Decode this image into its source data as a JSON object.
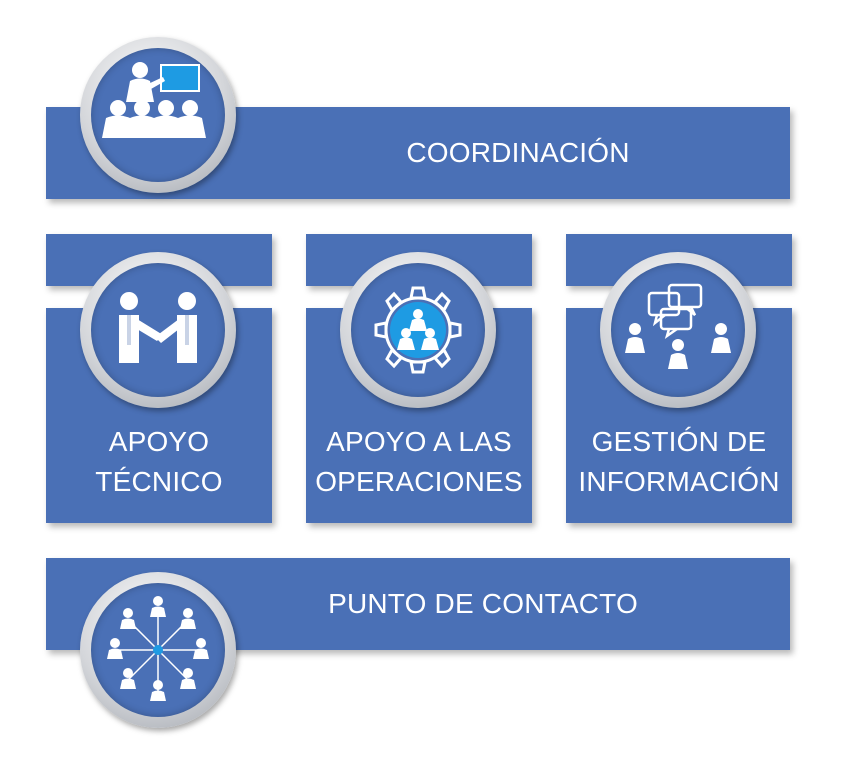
{
  "colors": {
    "panel": "#4a70b6",
    "icon": "#ffffff",
    "ring": "#d4d6da"
  },
  "coordination": {
    "label": "COORDINACIÓN",
    "icon": "team-meeting-icon"
  },
  "technical_support": {
    "line1": "APOYO",
    "line2": "TÉCNICO",
    "icon": "handshake-icon"
  },
  "operations_support": {
    "line1": "APOYO A LAS",
    "line2": "OPERACIONES",
    "icon": "gear-team-icon"
  },
  "information_management": {
    "line1": "GESTIÓN DE",
    "line2": "INFORMACIÓN",
    "icon": "chat-people-icon"
  },
  "contact_point": {
    "label": "PUNTO DE CONTACTO",
    "icon": "network-people-icon"
  }
}
